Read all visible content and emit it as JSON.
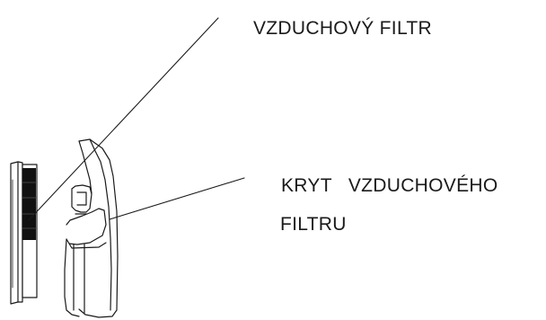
{
  "labels": {
    "air_filter": "VZDUCHOVÝ FILTR",
    "filter_cover_line1": "KRYT   VZDUCHOVÉHO",
    "filter_cover_line2": "FILTRU"
  },
  "colors": {
    "line": "#1a1a1a",
    "filter_media": "#111111",
    "background": "#ffffff"
  }
}
